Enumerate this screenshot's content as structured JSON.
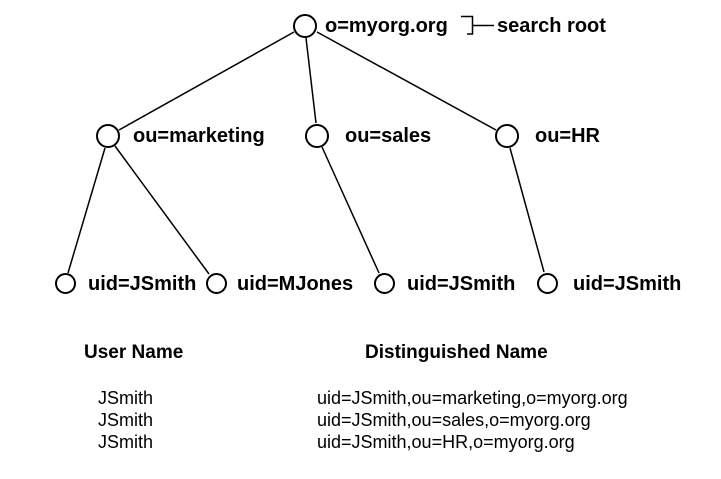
{
  "diagram": {
    "root": {
      "label": "o=myorg.org",
      "annotation": "search root"
    },
    "level2": [
      {
        "label": "ou=marketing"
      },
      {
        "label": "ou=sales"
      },
      {
        "label": "ou=HR"
      }
    ],
    "level3": [
      {
        "label": "uid=JSmith"
      },
      {
        "label": "uid=MJones"
      },
      {
        "label": "uid=JSmith"
      },
      {
        "label": "uid=JSmith"
      }
    ]
  },
  "table": {
    "headers": {
      "user": "User Name",
      "dn": "Distinguished Name"
    },
    "rows": [
      {
        "user": "JSmith",
        "dn": "uid=JSmith,ou=marketing,o=myorg.org"
      },
      {
        "user": "JSmith",
        "dn": "uid=JSmith,ou=sales,o=myorg.org"
      },
      {
        "user": "JSmith",
        "dn": "uid=JSmith,ou=HR,o=myorg.org"
      }
    ]
  },
  "colors": {
    "line": "#000000",
    "background": "#ffffff",
    "text": "#000000"
  }
}
